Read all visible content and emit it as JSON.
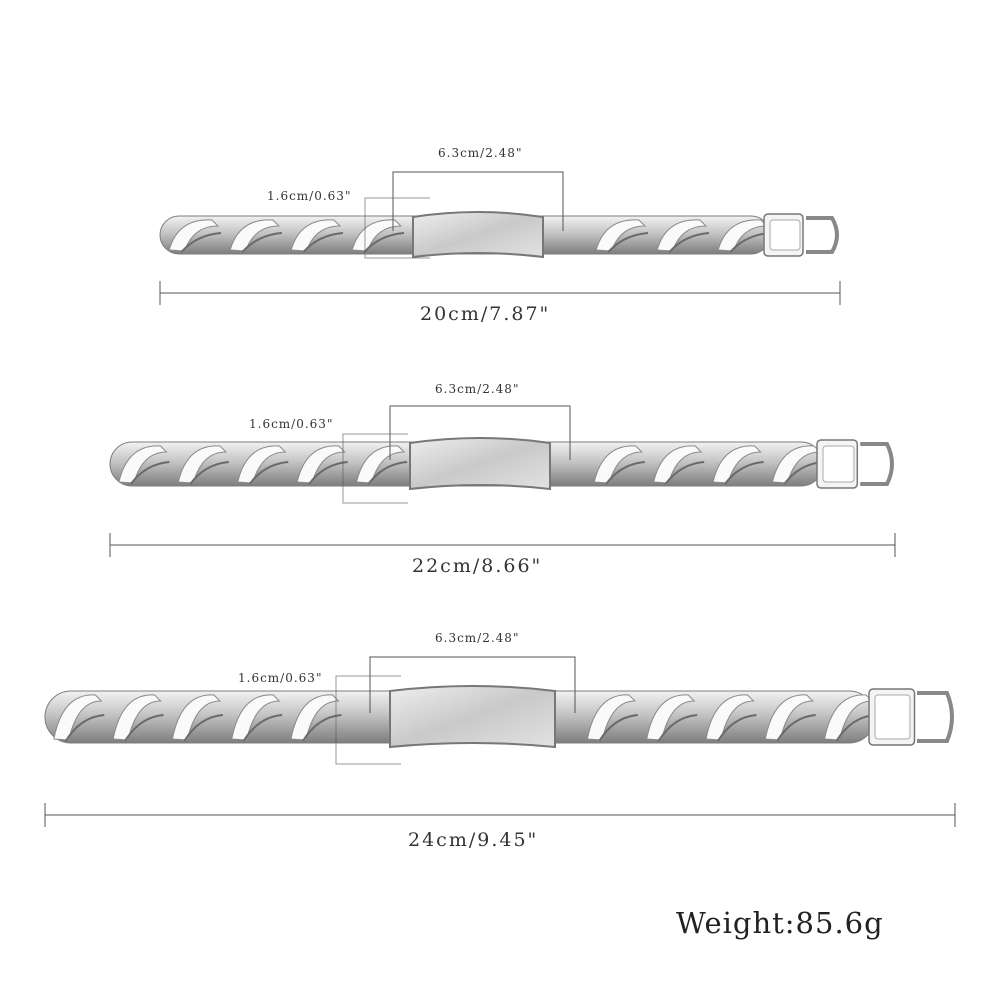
{
  "bracelets": [
    {
      "plate_width": "6.3cm/2.48\"",
      "band_width": "1.6cm/0.63\"",
      "length": "20cm/7.87\""
    },
    {
      "plate_width": "6.3cm/2.48\"",
      "band_width": "1.6cm/0.63\"",
      "length": "22cm/8.66\""
    },
    {
      "plate_width": "6.3cm/2.48\"",
      "band_width": "1.6cm/0.63\"",
      "length": "24cm/9.45\""
    }
  ],
  "weight": "Weight:85.6g",
  "colors": {
    "metal_light": "#f2f2f2",
    "metal_mid": "#c4c4c4",
    "metal_dark": "#7d7d7d",
    "guide_line": "#555555"
  }
}
